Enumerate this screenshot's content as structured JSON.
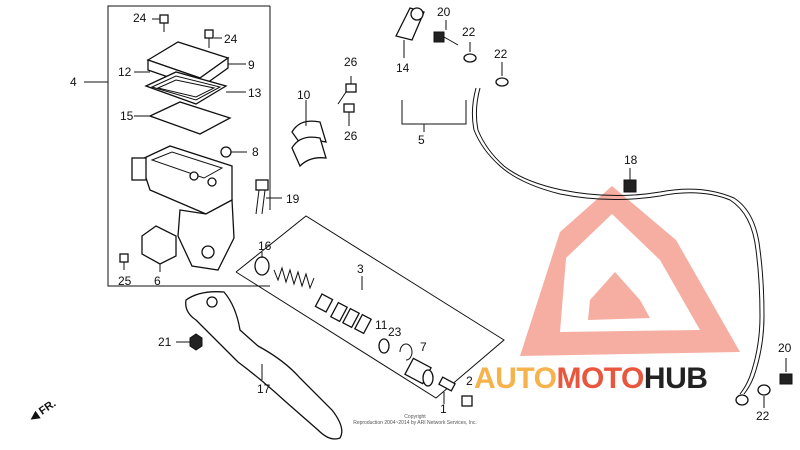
{
  "labels": {
    "l1": "1",
    "l2": "2",
    "l3": "3",
    "l4": "4",
    "l5": "5",
    "l6": "6",
    "l7": "7",
    "l8": "8",
    "l9": "9",
    "l10": "10",
    "l11": "11",
    "l12": "12",
    "l13": "13",
    "l14": "14",
    "l15": "15",
    "l16": "16",
    "l17": "17",
    "l18": "18",
    "l19": "19",
    "l20a": "20",
    "l20b": "20",
    "l21": "21",
    "l22a": "22",
    "l22b": "22",
    "l22c": "22",
    "l23": "23",
    "l24a": "24",
    "l24b": "24",
    "l25": "25",
    "l26a": "26",
    "l26b": "26"
  },
  "direction_marker": "FR.",
  "copyright": "Copyright\nReproduction 2004~2014 by ARI Network Services, Inc.",
  "watermark": {
    "part1": "AUTO",
    "part2": "MOTO",
    "part3": "HUB"
  },
  "colors": {
    "watermark_red": "#e8563e",
    "watermark_orange": "#f6b24b",
    "line": "#111111"
  }
}
